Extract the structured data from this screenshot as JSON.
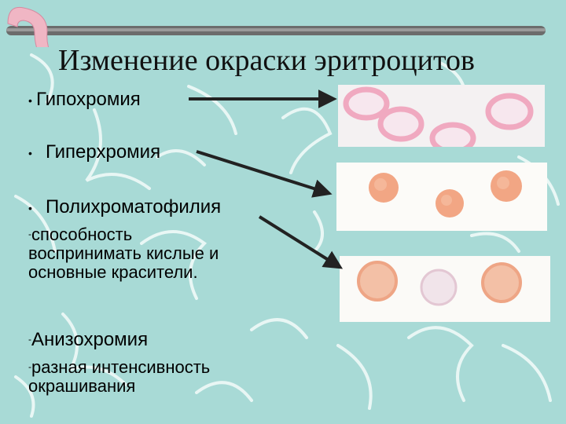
{
  "slide": {
    "title": "Изменение окраски эритроцитов",
    "items": [
      {
        "bullet": "•",
        "label": "Гипохромия"
      },
      {
        "bullet": "•",
        "label": "Гиперхромия"
      },
      {
        "bullet": "•",
        "label": "Полихроматофилия"
      }
    ],
    "polychromatophilia_note": {
      "dash": "-",
      "text_line1": "способность",
      "text_line2": "воспринимать  кислые и",
      "text_line3": "основные красители."
    },
    "anisochromia": {
      "dash": "-",
      "label": "Анизохромия",
      "note_dash": "-",
      "note_line1": "разная интенсивность",
      "note_line2": "окрашивания"
    }
  },
  "colors": {
    "background": "#a8dad6",
    "pattern": "#ffffff",
    "title_bar": "#6c6c6c",
    "hook": "#f0b6c4",
    "arrow": "#222222",
    "hypochromic_cell": "#f0a9c0",
    "hyperchromic_cell": "#f2a07c",
    "polychromatic_cell": "#f0a688"
  }
}
